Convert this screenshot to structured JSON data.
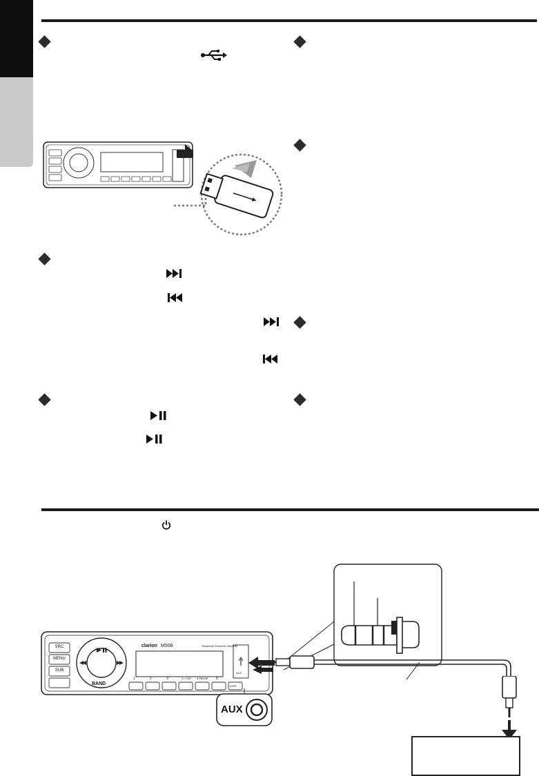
{
  "device": {
    "brand": "clarion",
    "model": "M508",
    "top_right_text": "Bluetooth  SiriusXM  SiriusXM",
    "buttons": {
      "src": "SRC",
      "menu": "MENU",
      "sub": "SUB",
      "band": "BAND",
      "aux": "AUX",
      "aux_small": "AUX",
      "presets": [
        "1",
        "2",
        "3",
        "4 • TOP",
        "5 PAUSE",
        "6",
        "DISP"
      ]
    }
  },
  "aux_jack_label": "AUX",
  "icons": [
    "usb-icon",
    "next-track-icon",
    "previous-track-icon",
    "play-pause-icon",
    "power-icon"
  ]
}
